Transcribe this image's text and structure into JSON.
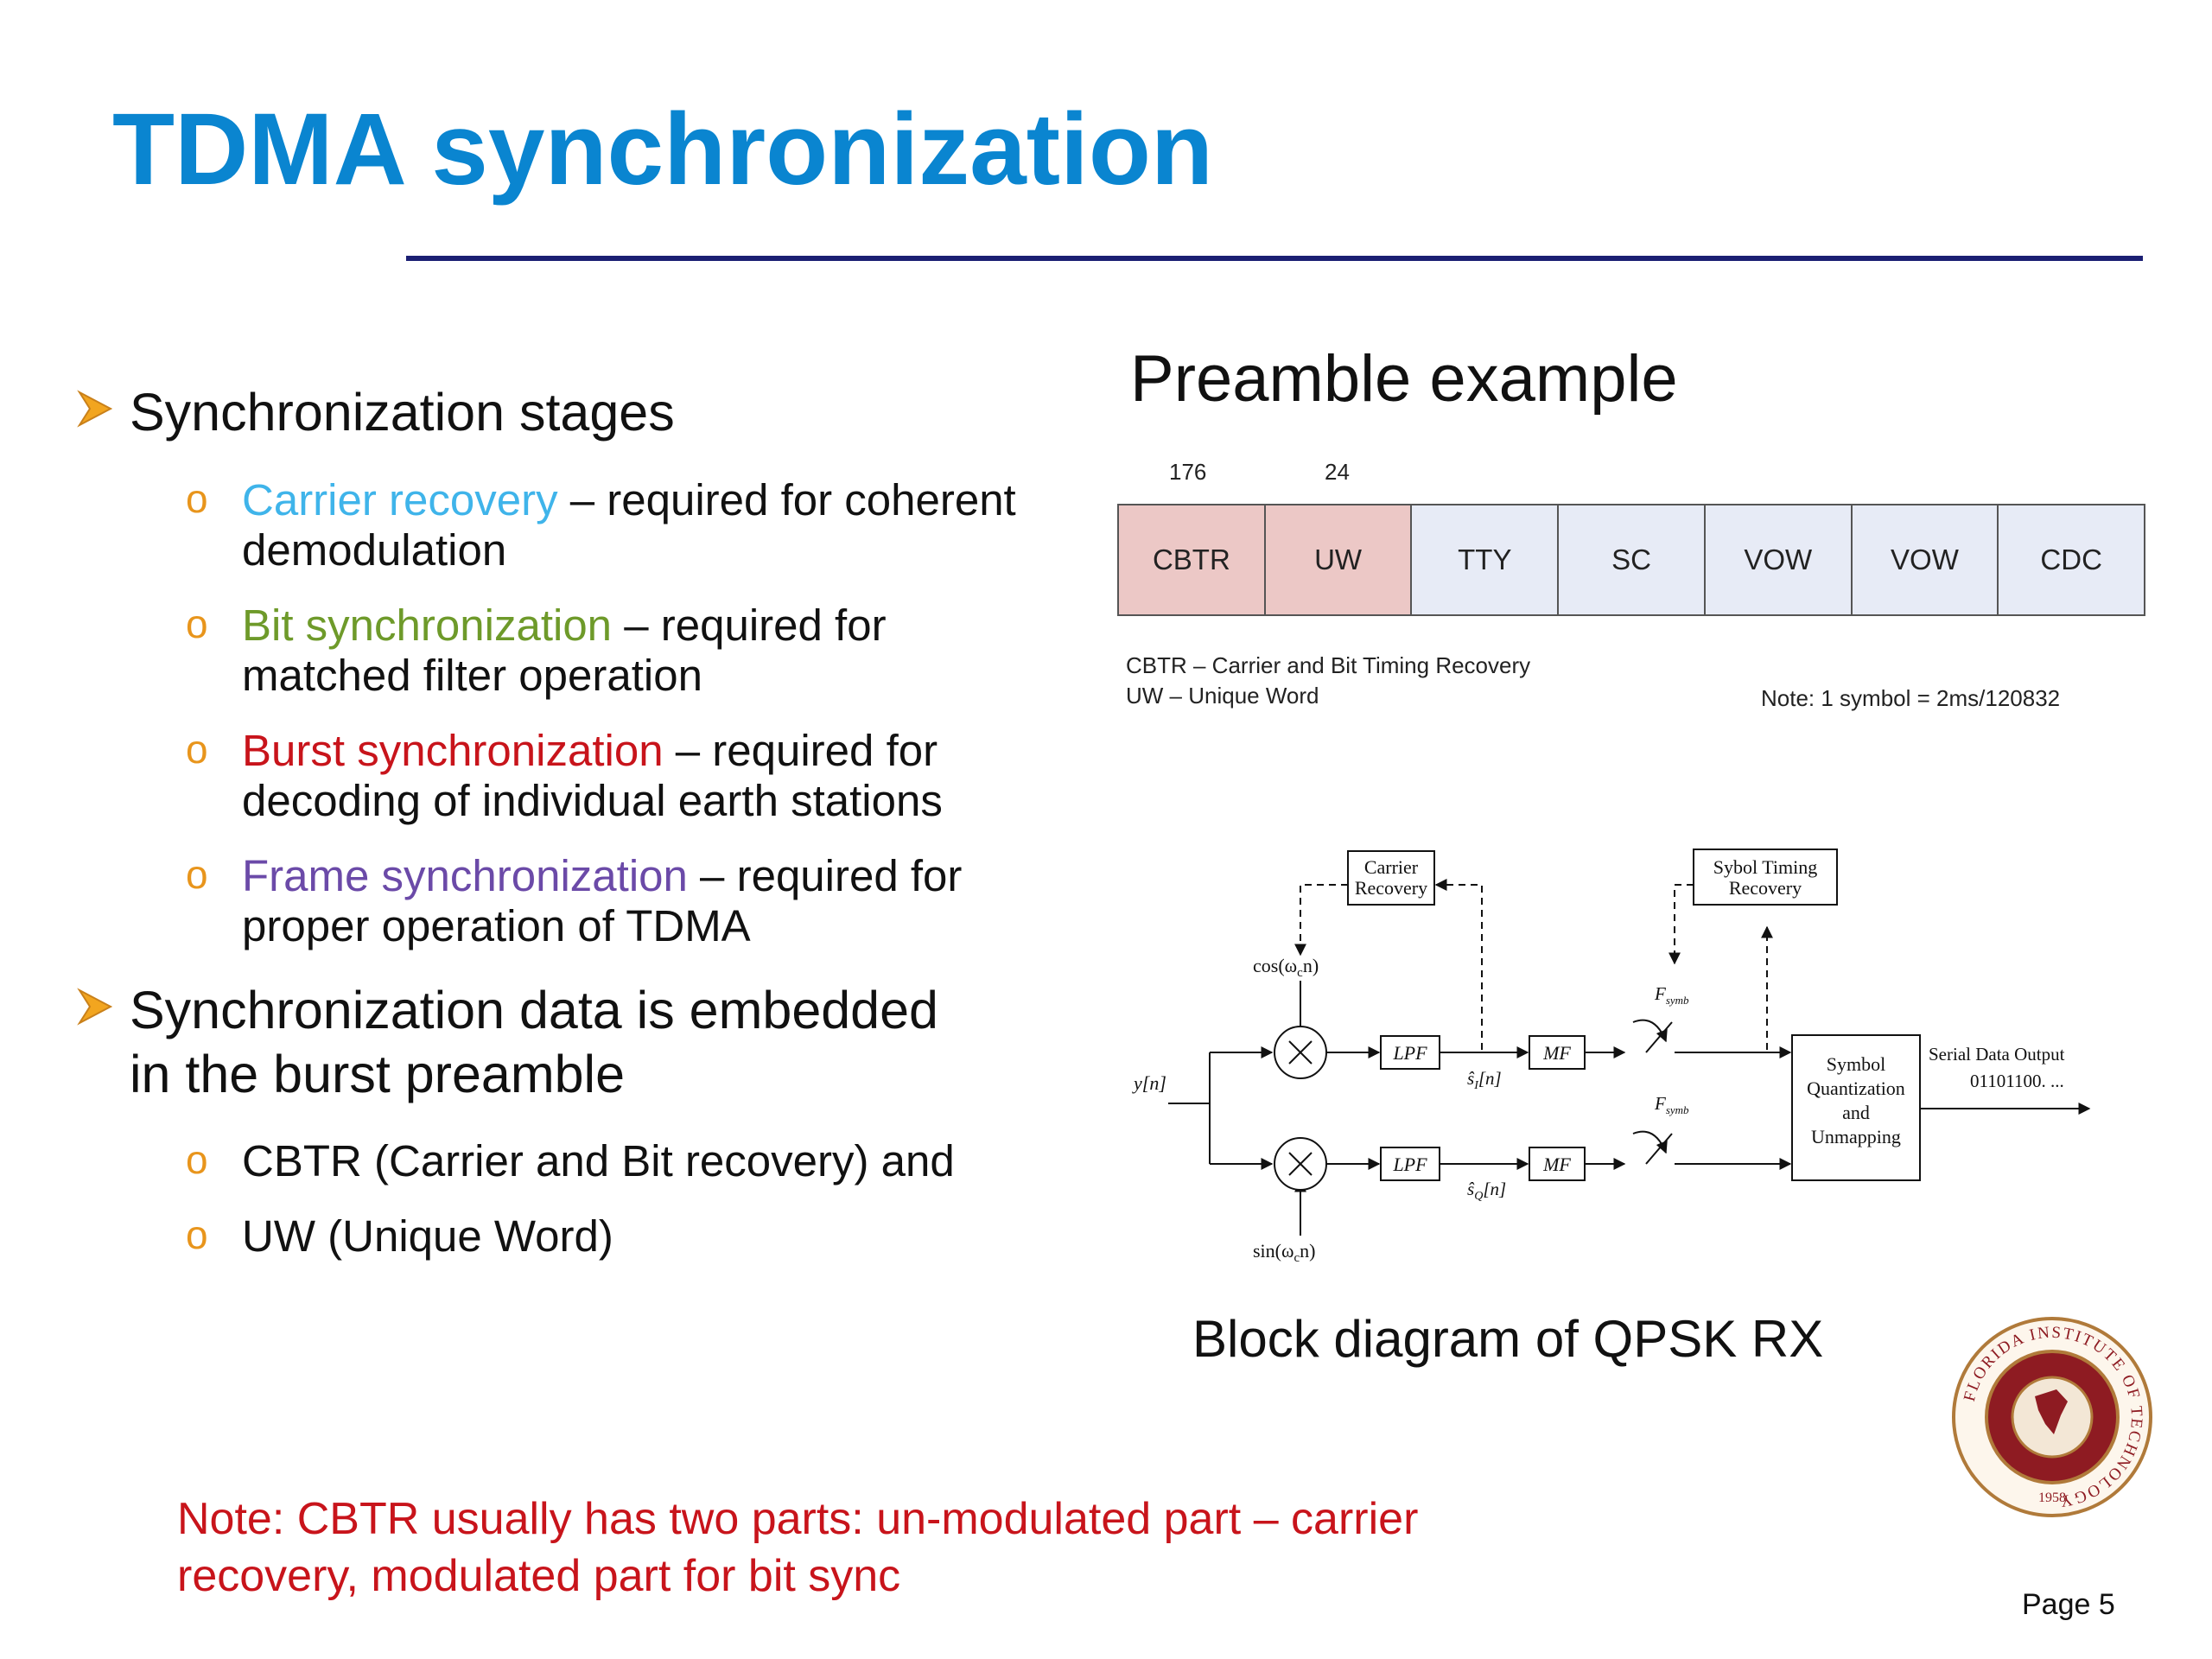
{
  "title": "TDMA synchronization",
  "bullets": [
    {
      "text": "Synchronization stages",
      "sub": [
        {
          "hl": "Carrier recovery",
          "rest": " – required for coherent",
          "line2": "demodulation"
        },
        {
          "hl": "Bit synchronization",
          "rest": " – required for",
          "line2": "matched filter operation"
        },
        {
          "hl": "Burst synchronization",
          "rest": " – required for",
          "line2": "decoding of individual earth stations"
        },
        {
          "hl": "Frame synchronization",
          "rest": " – required for",
          "line2": "proper operation of TDMA"
        }
      ]
    },
    {
      "line1": "Synchronization data is embedded",
      "line2": "in the burst preamble",
      "sub": [
        {
          "text": "CBTR (Carrier and Bit recovery) and"
        },
        {
          "text": "UW (Unique Word)"
        }
      ]
    }
  ],
  "preamble": {
    "title": "Preamble example",
    "counts": [
      "176",
      "24"
    ],
    "cells": [
      "CBTR",
      "UW",
      "TTY",
      "SC",
      "VOW",
      "VOW",
      "CDC"
    ],
    "legend": [
      "CBTR – Carrier and Bit Timing Recovery",
      "UW – Unique Word"
    ],
    "note": "Note: 1 symbol = 2ms/120832"
  },
  "diagram": {
    "carrier_recovery": [
      "Carrier",
      "Recovery"
    ],
    "timing_recovery": [
      "Sybol Timing",
      "Recovery"
    ],
    "cos_label": "cos(ω",
    "sin_label": "sin(ω",
    "sub_c": "c",
    "n_close": "n)",
    "input_label": "y[n]",
    "lpf": "LPF",
    "mf": "MF",
    "si_label": "ŝ",
    "sq_label": "ŝ",
    "sub_i": "I",
    "sub_q": "Q",
    "n_bracket": "[n]",
    "fsymb_label": "F",
    "sub_symb": "symb",
    "sym_quant": [
      "Symbol",
      "Quantization",
      "and",
      "Unmapping"
    ],
    "output_label": "Serial Data Output",
    "output_bits": "01101100. ...",
    "caption": "Block diagram of QPSK RX"
  },
  "seal": {
    "top_text": "FLORIDA INSTITUTE OF TECHNOLOGY",
    "year": "1958"
  },
  "note": {
    "line1": "Note: CBTR usually has two parts: un-modulated part – carrier",
    "line2": "recovery, modulated part for bit sync"
  },
  "page_label": "Page 5",
  "colors": {
    "title": "#0a85d0",
    "rule": "#1b1f73",
    "carrier": "#3fb4ea",
    "bit": "#6e9a2a",
    "burst": "#c8141b",
    "frame": "#6b4aa8",
    "bullet_o": "#e8951c",
    "note": "#c8141b",
    "seal": "#8e1b22"
  }
}
